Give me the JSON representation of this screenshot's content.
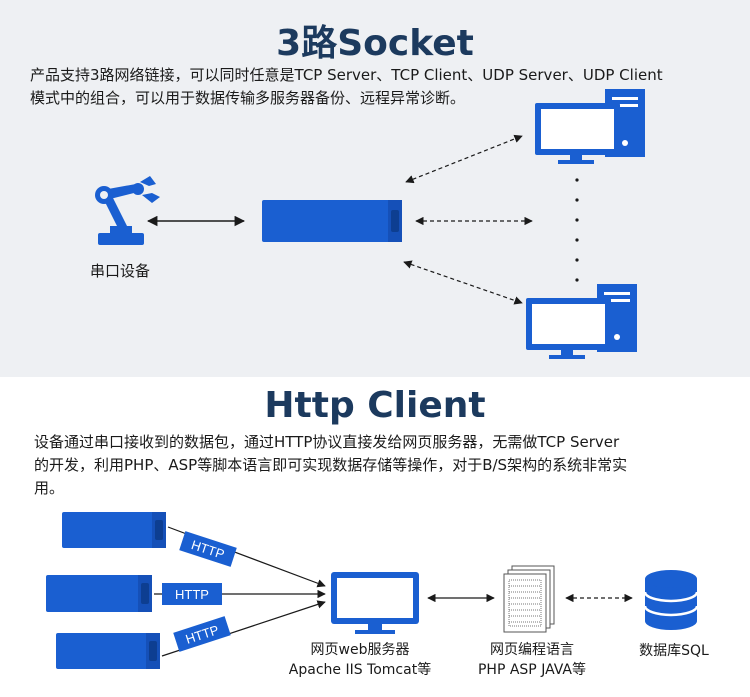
{
  "section1": {
    "title": "3路Socket",
    "desc_line1": "产品支持3路网络链接，可以同时任意是TCP Server、TCP Client、UDP Server、UDP Client",
    "desc_line2": "模式中的组合，可以用于数据传输多服务器备份、远程异常诊断。",
    "serial_device_label": "串口设备"
  },
  "section2": {
    "title": "Http Client",
    "desc_line1": "设备通过串口接收到的数据包，通过HTTP协议直接发给网页服务器，无需做TCP Server",
    "desc_line2": "的开发，利用PHP、ASP等脚本语言即可实现数据存储等操作，对于B/S架构的系统非常实",
    "desc_line3": "用。",
    "http_tag": "HTTP",
    "web_server_label1": "网页web服务器",
    "web_server_label2": "Apache IIS Tomcat等",
    "language_label1": "网页编程语言",
    "language_label2": "PHP ASP JAVA等",
    "database_label": "数据库SQL"
  },
  "colors": {
    "brand_blue": "#1a5fd1",
    "dark_navy": "#1c3a5e",
    "bg_gray": "#eef0f3"
  },
  "icons": [
    "robot-arm-icon",
    "device-icon",
    "computer-icon",
    "monitor-icon",
    "document-icon",
    "database-icon"
  ]
}
